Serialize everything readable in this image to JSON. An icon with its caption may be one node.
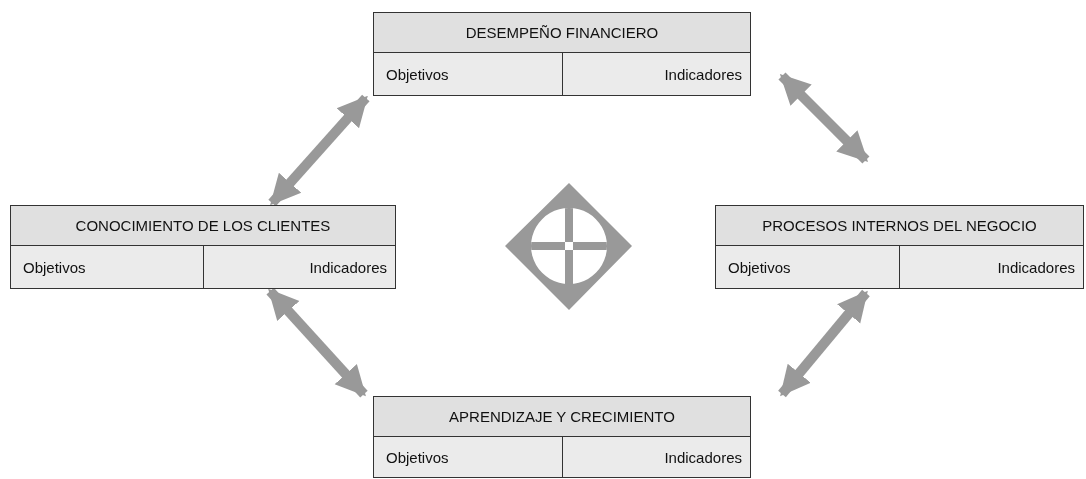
{
  "diagram": {
    "nodes": [
      {
        "text": [
          "DESEMPEÑO FINANCIERO",
          "Objetivos",
          "Indicadores"
        ]
      },
      {
        "text": [
          "CONOCIMIENTO DE LOS CLIENTES",
          "Objetivos",
          "Indicadores"
        ]
      },
      {
        "text": [
          "PROCESOS INTERNOS DEL NEGOCIO",
          "Objetivos",
          "Indicadores"
        ]
      },
      {
        "text": [
          "APRENDIZAJE Y CRECIMIENTO",
          "Objetivos",
          "Indicadores"
        ]
      }
    ],
    "edges": [
      {
        "from": 1,
        "to": 0,
        "arrow": "both"
      },
      {
        "from": 0,
        "to": 2,
        "arrow": "both"
      },
      {
        "from": 1,
        "to": 3,
        "arrow": "both"
      },
      {
        "from": 2,
        "to": 3,
        "arrow": "both"
      }
    ]
  }
}
